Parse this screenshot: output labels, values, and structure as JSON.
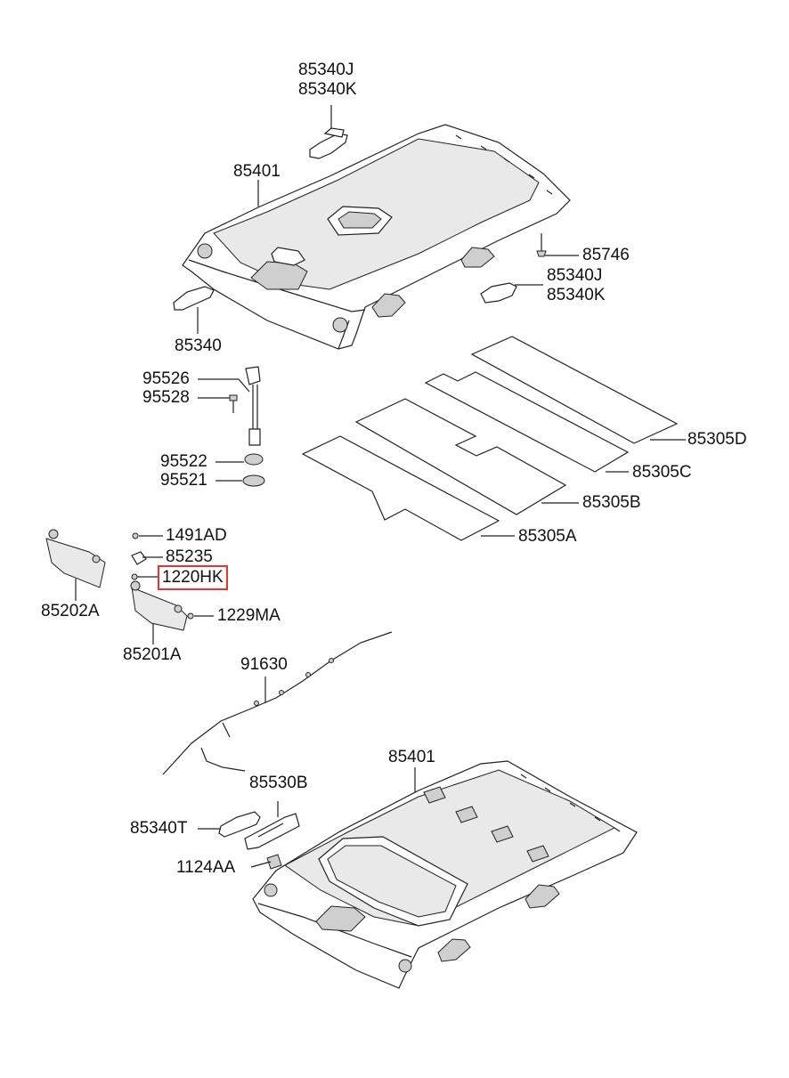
{
  "labels": {
    "p85340J_top": "85340J",
    "p85340K_top": "85340K",
    "p85401_top": "85401",
    "p85746": "85746",
    "p85340J_right": "85340J",
    "p85340K_right": "85340K",
    "p85340": "85340",
    "p95526": "95526",
    "p95528": "95528",
    "p95522": "95522",
    "p95521": "95521",
    "p85305D": "85305D",
    "p85305C": "85305C",
    "p85305B": "85305B",
    "p85305A": "85305A",
    "p1491AD": "1491AD",
    "p85235": "85235",
    "p1220HK": "1220HK",
    "p85202A": "85202A",
    "p1229MA": "1229MA",
    "p85201A": "85201A",
    "p91630": "91630",
    "p85401_bottom": "85401",
    "p85530B": "85530B",
    "p85340T": "85340T",
    "p1124AA": "1124AA"
  },
  "highlight": {
    "part": "1220HK",
    "color": "#e8352f"
  }
}
